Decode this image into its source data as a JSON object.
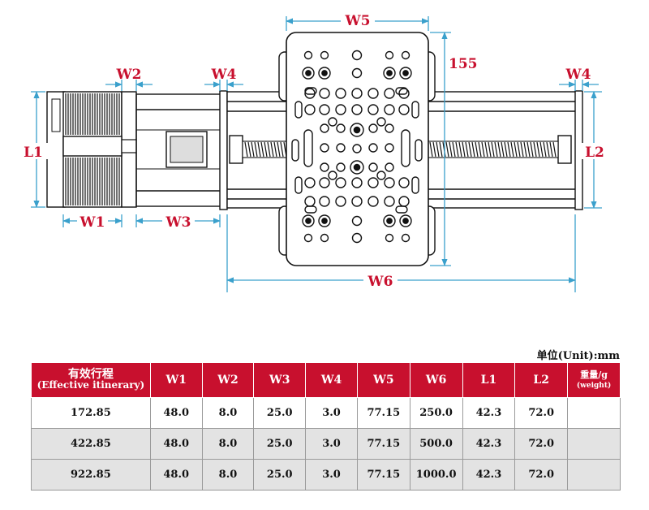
{
  "dimension_labels": {
    "w1": "W1",
    "w2": "W2",
    "w3": "W3",
    "w4_left": "W4",
    "w4_right": "W4",
    "w5": "W5",
    "w6": "W6",
    "l1": "L1",
    "l2": "L2",
    "height_155": "155"
  },
  "colors": {
    "accent": "#c8102e",
    "dimension_line": "#3aa0cc",
    "table_shade": "#e3e3e3"
  },
  "unit_label": "单位(Unit):mm",
  "table": {
    "headers": [
      {
        "main": "有效行程",
        "sub": "(Effective itinerary)"
      },
      {
        "main": "W1"
      },
      {
        "main": "W2"
      },
      {
        "main": "W3"
      },
      {
        "main": "W4"
      },
      {
        "main": "W5"
      },
      {
        "main": "W6"
      },
      {
        "main": "L1"
      },
      {
        "main": "L2"
      },
      {
        "main": "重量/g",
        "sub": "(weight)"
      }
    ],
    "rows": [
      [
        "172.85",
        "48.0",
        "8.0",
        "25.0",
        "3.0",
        "77.15",
        "250.0",
        "42.3",
        "72.0",
        ""
      ],
      [
        "422.85",
        "48.0",
        "8.0",
        "25.0",
        "3.0",
        "77.15",
        "500.0",
        "42.3",
        "72.0",
        ""
      ],
      [
        "922.85",
        "48.0",
        "8.0",
        "25.0",
        "3.0",
        "77.15",
        "1000.0",
        "42.3",
        "72.0",
        ""
      ]
    ]
  }
}
